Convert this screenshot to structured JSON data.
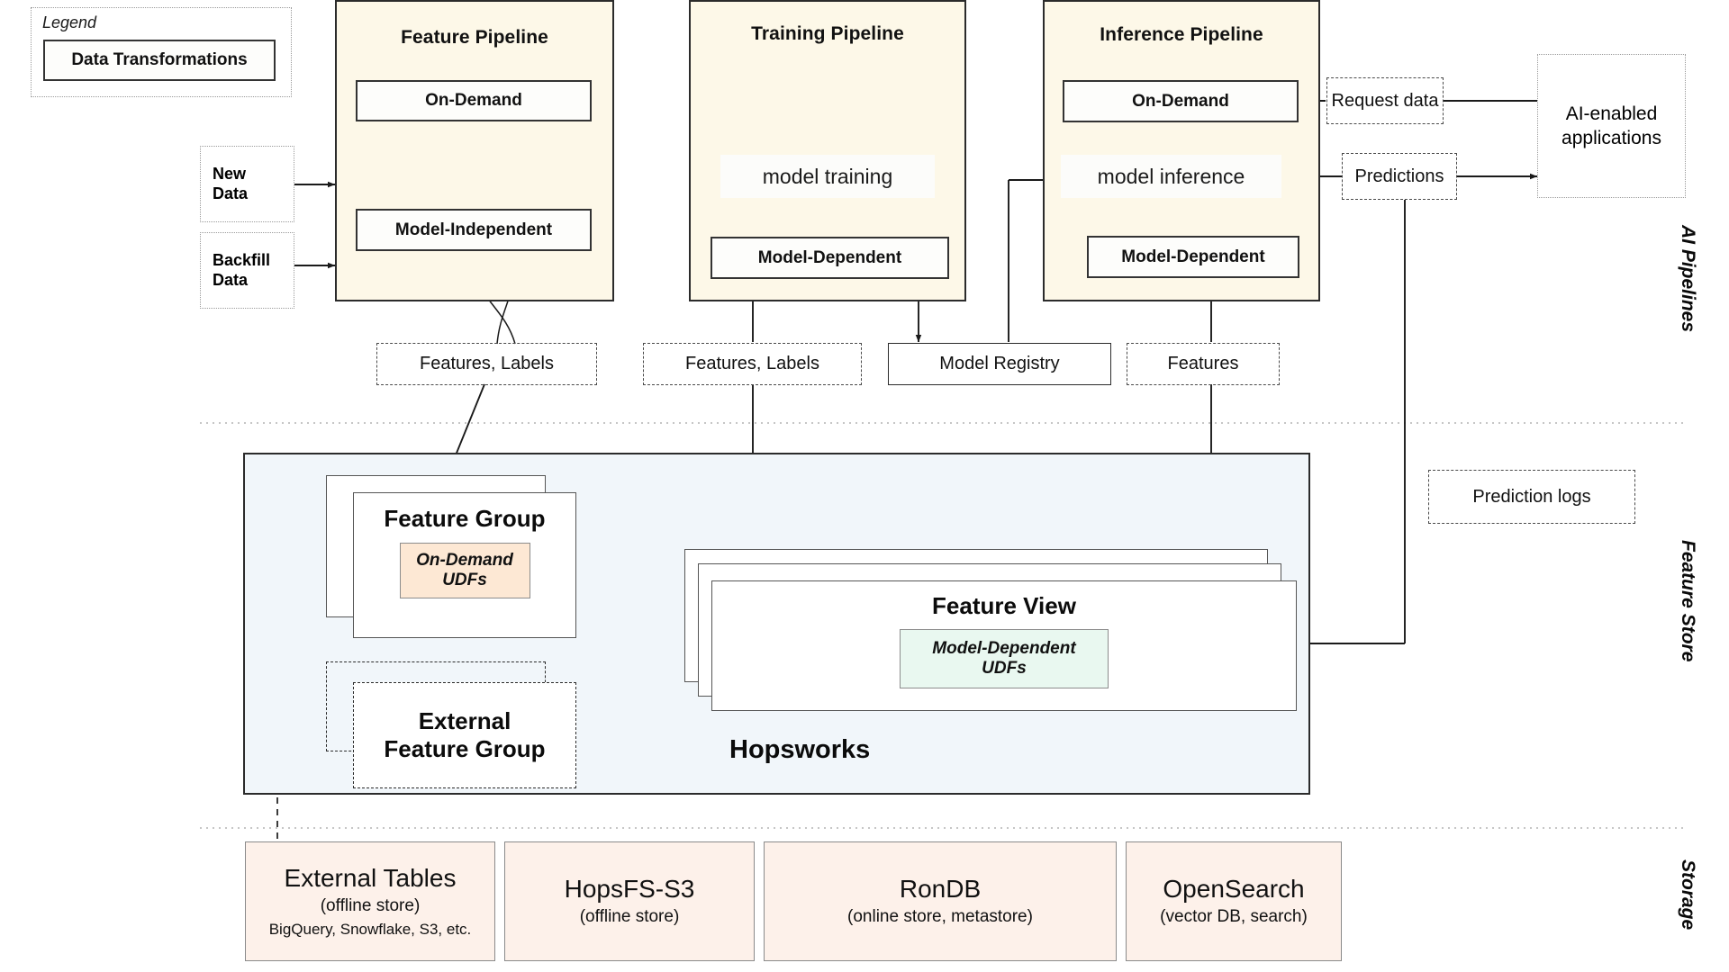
{
  "legend": {
    "title": "Legend",
    "item_label": "Data Transformations"
  },
  "sources": [
    {
      "label": "New\nData",
      "name": "new-data"
    },
    {
      "label": "Backfill\nData",
      "name": "backfill-data"
    }
  ],
  "pipelines": {
    "feature": {
      "title": "Feature Pipeline",
      "on_demand": "On-Demand",
      "model_independent": "Model-Independent"
    },
    "training": {
      "title": "Training Pipeline",
      "model_training": "model training",
      "model_dependent": "Model-Dependent"
    },
    "inference": {
      "title": "Inference Pipeline",
      "on_demand": "On-Demand",
      "model_inference": "model inference",
      "model_dependent": "Model-Dependent"
    }
  },
  "artifacts": {
    "features_labels_feature": "Features, Labels",
    "features_labels_training": "Features, Labels",
    "model_registry": "Model Registry",
    "features_inference": "Features",
    "request_data": "Request data",
    "predictions": "Predictions",
    "ai_applications": "AI-enabled\napplications",
    "prediction_logs": "Prediction logs"
  },
  "feature_store": {
    "platform_label": "Hopsworks",
    "feature_group": {
      "title": "Feature Group",
      "udf_label": "On-Demand\nUDFs"
    },
    "external_feature_group": {
      "title": "External\nFeature Group"
    },
    "feature_view": {
      "title": "Feature View",
      "udf_label": "Model-Dependent\nUDFs"
    }
  },
  "storage": [
    {
      "name": "External Tables",
      "sub": "(offline store)",
      "sub2": "BigQuery, Snowflake, S3, etc."
    },
    {
      "name": "HopsFS-S3",
      "sub": "(offline store)",
      "sub2": ""
    },
    {
      "name": "RonDB",
      "sub": "(online store, metastore)",
      "sub2": ""
    },
    {
      "name": "OpenSearch",
      "sub": "(vector DB, search)",
      "sub2": ""
    }
  ],
  "bands": [
    {
      "label": "AI Pipelines"
    },
    {
      "label": "Feature Store"
    },
    {
      "label": "Storage"
    }
  ],
  "colors": {
    "pipeline_fill": "#fdf8e8",
    "feature_store_fill": "#f1f6fa",
    "storage_fill": "#fdf1ea",
    "on_demand_udf_fill": "#fde8d4",
    "model_dependent_udf_fill": "#e9f8f0",
    "stroke": "#2b2b2b"
  }
}
